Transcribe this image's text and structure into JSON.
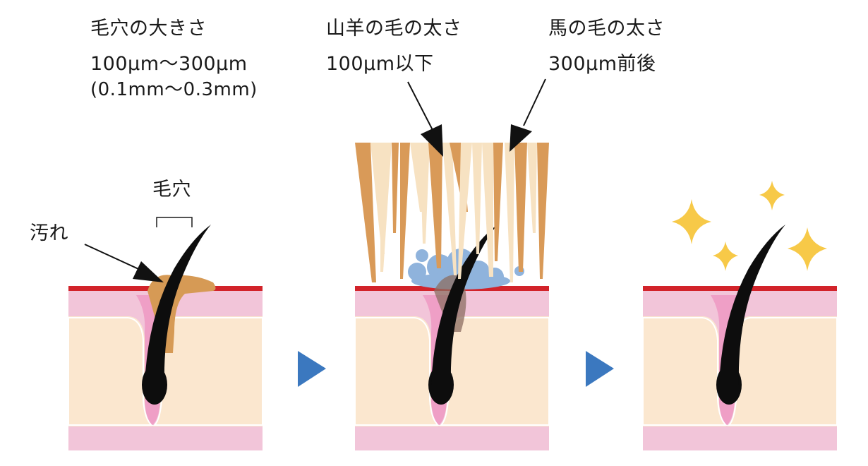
{
  "labels": {
    "pore_size_title": "毛穴の大きさ",
    "pore_size_value": "100μm〜300μm",
    "pore_size_mm": "(0.1mm〜0.3mm)",
    "goat_title": "山羊の毛の太さ",
    "goat_value": "100μm以下",
    "horse_title": "馬の毛の太さ",
    "horse_value": "300μm前後",
    "pore_label": "毛穴",
    "dirt_label": "汚れ"
  },
  "colors": {
    "skin_pink": "#f2c5d9",
    "skin_pink_dark": "#ef9fc6",
    "dermis": "#fbe7cf",
    "surface_red": "#d2232a",
    "hair": "#0d0d0d",
    "dirt": "#d69a55",
    "goat_hair": "#f7e2c2",
    "horse_hair": "#d99a58",
    "foam": "#8fb3dc",
    "arrow_blue": "#3b78bf",
    "sparkle": "#f7c948"
  }
}
